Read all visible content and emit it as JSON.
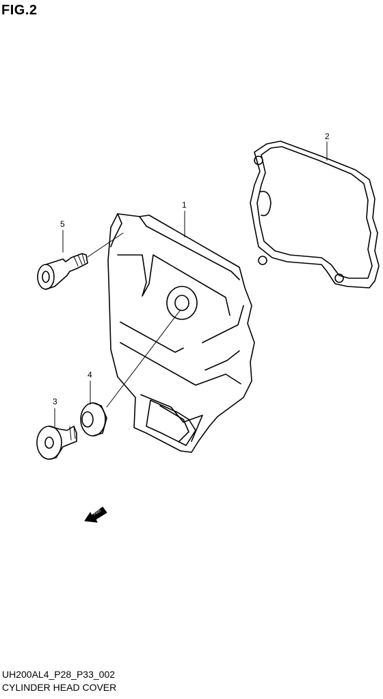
{
  "figure": {
    "title": "FIG.2"
  },
  "footer": {
    "code": "UH200AL4_P28_P33_002",
    "caption": "CYLINDER HEAD COVER"
  },
  "callouts": [
    {
      "id": "cover",
      "label": "1"
    },
    {
      "id": "gasket",
      "label": "2"
    },
    {
      "id": "bolt",
      "label": "3"
    },
    {
      "id": "washer",
      "label": "4"
    },
    {
      "id": "shoulder-bolt",
      "label": "5"
    }
  ],
  "fwd_marker": {
    "icon": "fwd-arrow-icon",
    "text": "FWD"
  }
}
